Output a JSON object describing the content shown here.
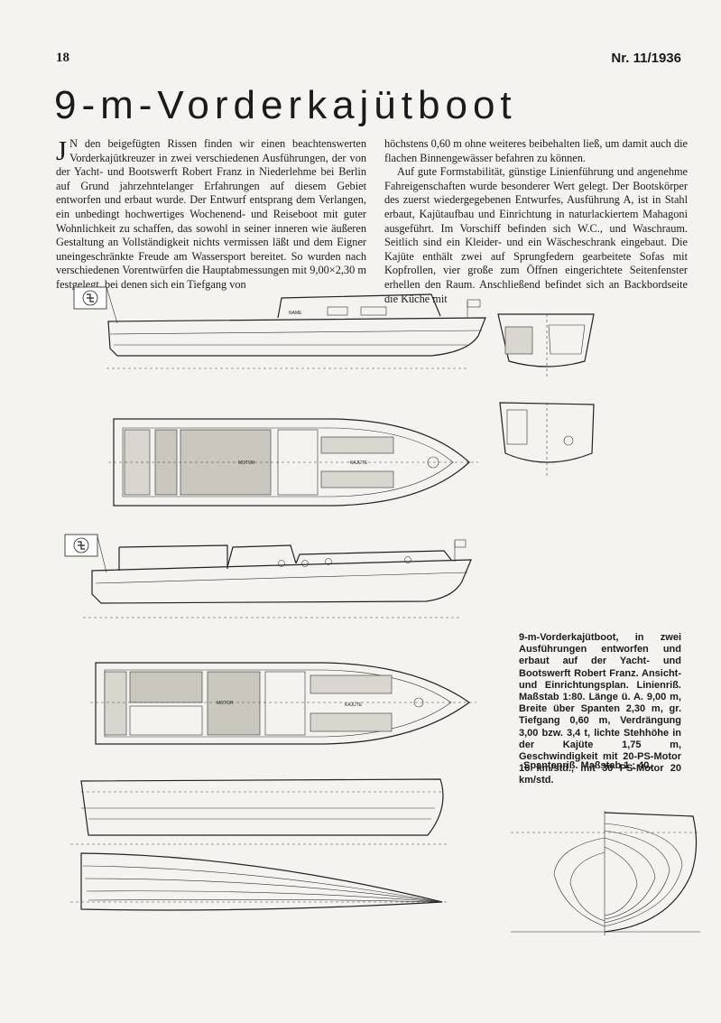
{
  "header": {
    "page_number": "18",
    "issue": "Nr. 11/1936"
  },
  "article": {
    "title": "9-m-Vorderkajütboot",
    "left_column": {
      "dropcap": "J",
      "text": "N den beigefügten Rissen finden wir einen beachtenswerten Vorderkajütkreuzer in zwei verschiedenen Ausführungen, der von der Yacht- und Bootswerft Robert Franz in Niederlehme bei Berlin auf Grund jahrzehntelanger Erfahrungen auf diesem Gebiet entworfen und erbaut wurde. Der Entwurf entsprang dem Verlangen, ein unbedingt hochwertiges Wochenend- und Reiseboot mit guter Wohnlichkeit zu schaffen, das sowohl in seiner inneren wie äußeren Gestaltung an Vollständigkeit nichts vermissen läßt und dem Eigner uneingeschränkte Freude am Wassersport bereitet. So wurden nach verschiedenen Vorentwürfen die Hauptabmessungen mit 9,00×2,30 m festgelegt, bei denen sich ein Tiefgang von"
    },
    "right_column": {
      "para1": "höchstens 0,60 m ohne weiteres beibehalten ließ, um damit auch die flachen Binnengewässer befahren zu können.",
      "para2": "Auf gute Formstabilität, günstige Linienführung und angenehme Fahreigenschaften wurde besonderer Wert gelegt. Der Bootskörper des zuerst wiedergegebenen Entwurfes, Ausführung A, ist in Stahl erbaut, Kajütaufbau und Einrichtung in naturlackiertem Mahagoni ausgeführt. Im Vorschiff befinden sich W.C., und Waschraum. Seitlich sind ein Kleider- und ein Wäscheschrank eingebaut. Die Kajüte enthält zwei auf Sprungfedern gearbeitete Sofas mit Kopfrollen, vier große zum Öffnen eingerichtete Seitenfenster erhellen den Raum. Anschließend befindet sich an Backbordseite die Küche mit"
    }
  },
  "figure": {
    "caption": "9-m-Vorderkajütboot, in zwei Ausführungen entworfen und erbaut auf der Yacht- und Bootswerft Robert Franz. Ansicht- und Einrichtungsplan. Linienriß. Maßstab 1:80. Länge ü. A. 9,00 m, Breite über Spanten 2,30 m, gr. Tiefgang 0,60 m, Verdrängung 3,00 bzw. 3,4 t, lichte Stehhöhe in der Kajüte 1,75 m, Geschwindigkeit mit 20-PS-Motor 16 km/std., mit 30 PS-Motor 20 km/std.",
    "subcaption": "Spantenriß. Maßstab 1 : 40.",
    "drawing_labels": {
      "name_plate": "NAME",
      "motor_a": "MOTOR",
      "kajuete_a": "KAJÜTE",
      "motor_b": "MOTOR",
      "kajuete_b": "KAJÜTE"
    }
  }
}
